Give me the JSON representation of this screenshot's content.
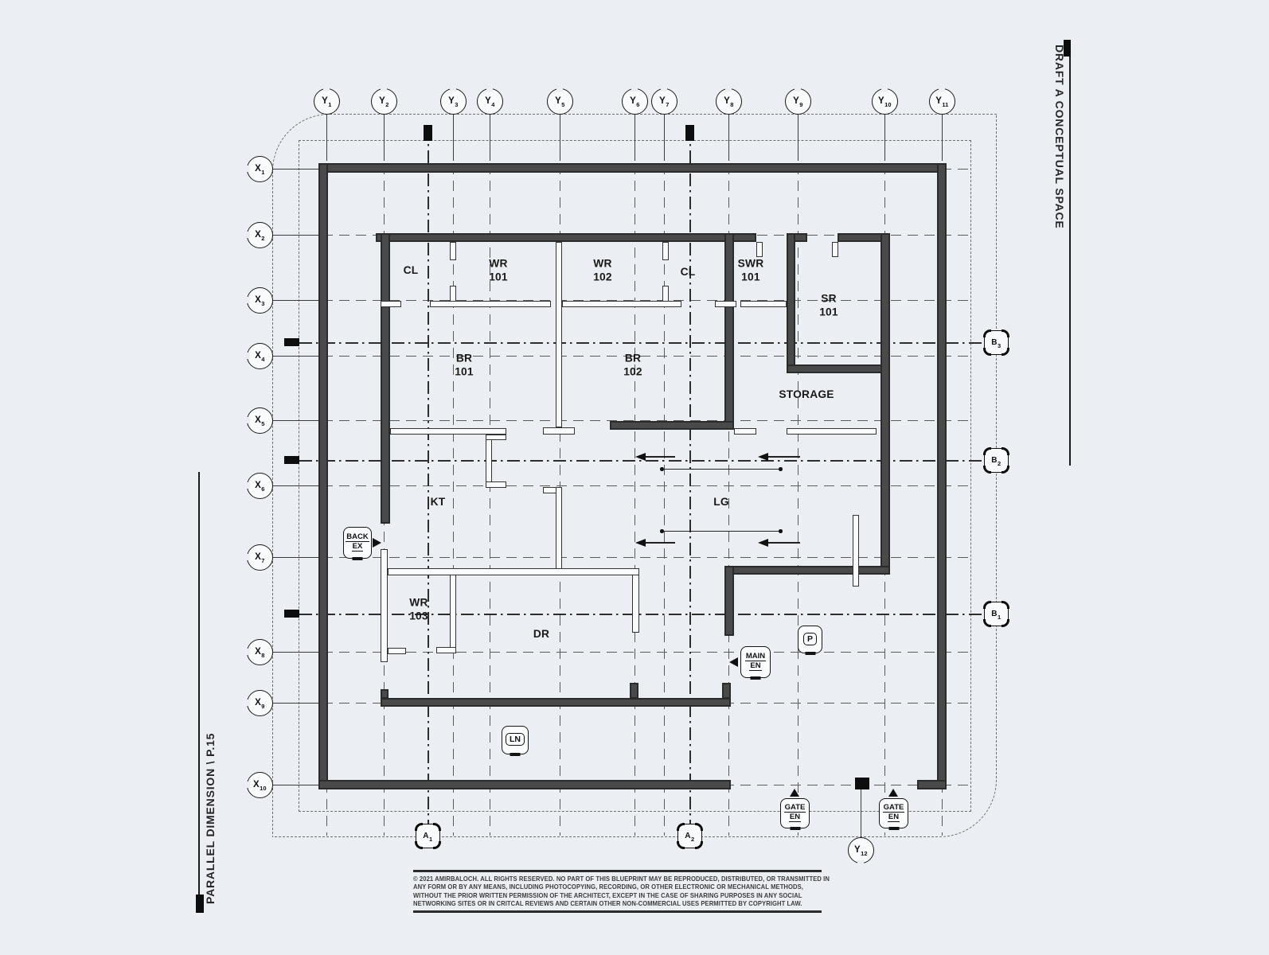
{
  "side_labels": {
    "right": "DRAFT A CONCEPTUAL SPACE",
    "left": "PARALLEL DIMENSION \\ P.15"
  },
  "rooms": [
    {
      "id": "cl1",
      "lines": [
        "CL"
      ]
    },
    {
      "id": "wr101",
      "lines": [
        "WR",
        "101"
      ]
    },
    {
      "id": "wr102",
      "lines": [
        "WR",
        "102"
      ]
    },
    {
      "id": "cl2",
      "lines": [
        "CL"
      ]
    },
    {
      "id": "swr101",
      "lines": [
        "SWR",
        "101"
      ]
    },
    {
      "id": "sr101",
      "lines": [
        "SR",
        "101"
      ]
    },
    {
      "id": "br101",
      "lines": [
        "BR",
        "101"
      ]
    },
    {
      "id": "br102",
      "lines": [
        "BR",
        "102"
      ]
    },
    {
      "id": "storage",
      "lines": [
        "STORAGE"
      ]
    },
    {
      "id": "kt",
      "lines": [
        "KT"
      ]
    },
    {
      "id": "lg",
      "lines": [
        "LG"
      ]
    },
    {
      "id": "wr103",
      "lines": [
        "WR",
        "103"
      ]
    },
    {
      "id": "dr",
      "lines": [
        "DR"
      ]
    }
  ],
  "grid": {
    "top": [
      "Y1",
      "Y2",
      "Y3",
      "Y4",
      "Y5",
      "Y6",
      "Y7",
      "Y8",
      "Y9",
      "Y10",
      "Y11"
    ],
    "left": [
      "X1",
      "X2",
      "X3",
      "X4",
      "X5",
      "X6",
      "X7",
      "X8",
      "X9",
      "X10"
    ],
    "right": [
      "B3",
      "B2",
      "B1"
    ],
    "bottom": [
      "A1",
      "A2"
    ],
    "bottom_y": "Y12"
  },
  "badges": {
    "back_exit": [
      "BACK",
      "EX"
    ],
    "main_entrance": [
      "MAIN",
      "EN"
    ],
    "gate_1": [
      "GATE",
      "EN"
    ],
    "gate_2": [
      "GATE",
      "EN"
    ],
    "laundry": [
      "LN"
    ],
    "parking": [
      "P"
    ]
  },
  "copyright": [
    "© 2021 AMIRBALOCH. ALL RIGHTS RESERVED. NO PART OF THIS BLUEPRINT MAY BE REPRODUCED, DISTRIBUTED, OR TRANSMITTED IN",
    "ANY FORM OR BY ANY MEANS, INCLUDING PHOTOCOPYING, RECORDING, OR OTHER ELECTRONIC OR MECHANICAL METHODS,",
    "WITHOUT THE PRIOR WRITTEN PERMISSION OF THE ARCHITECT, EXCEPT IN THE CASE OF SHARING PURPOSES IN ANY SOCIAL",
    "NETWORKING SITES OR IN CRITCAL REVIEWS AND CERTAIN OTHER NON-COMMERCIAL USES PERMITTED BY COPYRIGHT LAW."
  ],
  "colors": {
    "background": "#ebeef2",
    "wall": "#4a4a4a",
    "grid_line": "#5a5a5a",
    "ink": "#141414"
  }
}
